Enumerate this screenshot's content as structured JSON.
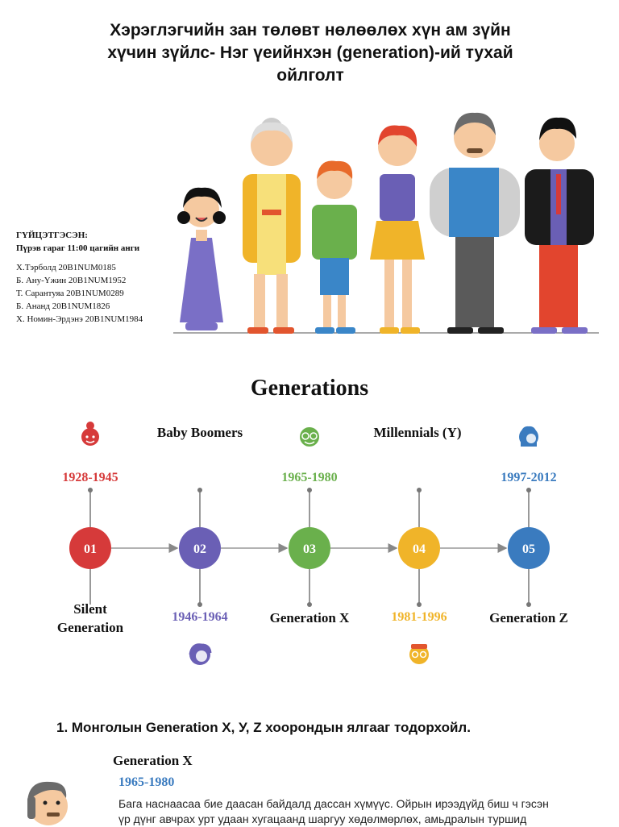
{
  "title": {
    "line1": "Хэрэглэгчийн зан төлөвт нөлөөлөх хүн ам зүйн",
    "line2": "хүчин зүйлс- Нэг үеийнхэн (generation)-ий тухай",
    "line3": "ойлголт"
  },
  "prepared": {
    "heading": "ГҮЙЦЭТГЭСЭН:",
    "class_name": "Пүрэв гараг 11:00 цагийн анги",
    "members": [
      "Х.Тэрболд 20B1NUM0185",
      "Б. Ану-Үжин 20B1NUM1952",
      "Т. Сарантуяа 20B1NUM0289",
      "Б. Ананд 20B1NUM1826",
      "Х. Номин-Эрдэнэ 20B1NUM1984"
    ]
  },
  "generations_title": "Generations",
  "timeline": {
    "nodes": [
      {
        "num": "01",
        "color": "#d63a3a",
        "year": "1928-1945",
        "label": "Silent Generation",
        "icon": "grandma-icon"
      },
      {
        "num": "02",
        "color": "#6a5fb5",
        "year": "1946-1964",
        "label": "Baby Boomers",
        "icon": "woman-icon"
      },
      {
        "num": "03",
        "color": "#6ab04c",
        "year": "1965-1980",
        "label": "Generation X",
        "icon": "grandpa-icon"
      },
      {
        "num": "04",
        "color": "#f0b429",
        "year": "1981-1996",
        "label": "Millennials (Y)",
        "icon": "man-glasses-icon"
      },
      {
        "num": "05",
        "color": "#3a7bbf",
        "year": "1997-2012",
        "label": "Generation Z",
        "icon": "girl-icon"
      }
    ]
  },
  "question": "1. Монголын Generation X, У, Z хоорондын ялгааг тодорхойл.",
  "section": {
    "title": "Generation X",
    "year": "1965-1980",
    "text_line1": "Бага наснаасаа бие даасан байдалд дассан хүмүүс. Ойрын ирээдүйд биш ч гэсэн",
    "text_line2": "үр дүнг авчрах урт удаан хугацаанд шаргуу хөдөлмөрлөх, амьдралын туршид"
  }
}
